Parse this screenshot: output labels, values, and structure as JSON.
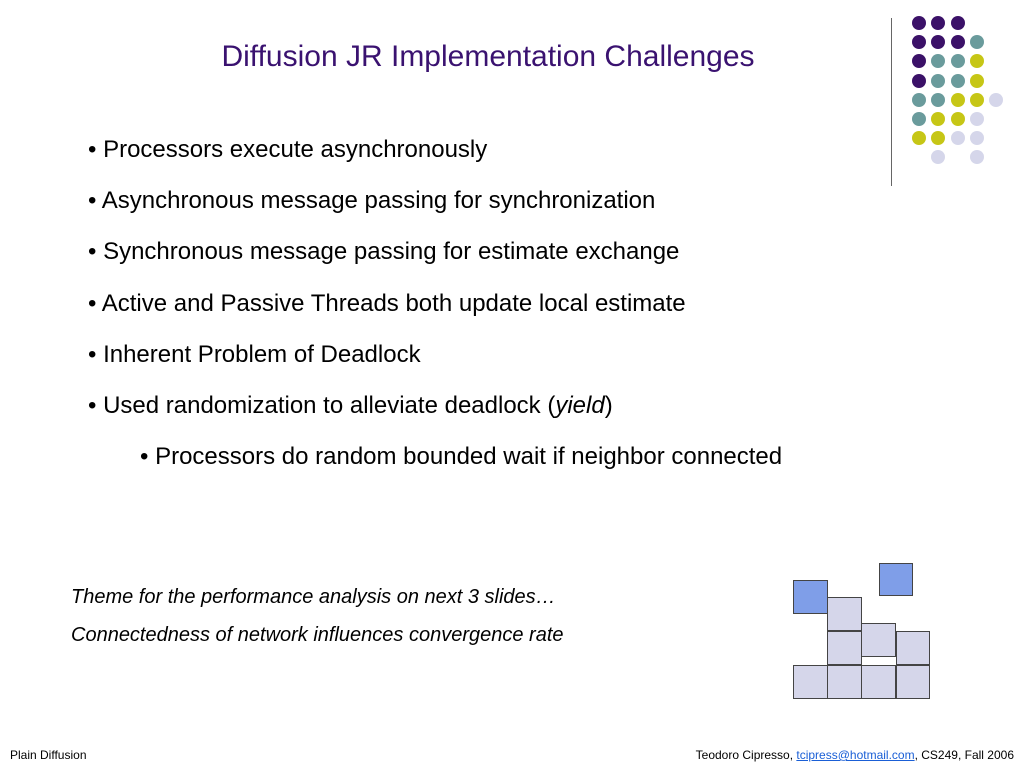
{
  "title": "Diffusion JR Implementation Challenges",
  "bullets": [
    "• Processors execute asynchronously",
    "• Asynchronous message passing for synchronization",
    "• Synchronous message passing for estimate exchange",
    "• Active and Passive Threads both update local estimate",
    "• Inherent Problem of Deadlock",
    {
      "before": "• Used randomization to alleviate deadlock (",
      "italic": "yield",
      "after": ")"
    },
    "• Processors do random bounded wait if neighbor connected"
  ],
  "notes": [
    "Theme for the performance analysis on next 3 slides…",
    "Connectedness of network influences convergence rate"
  ],
  "footer": {
    "left": "Plain Diffusion",
    "author": "Teodoro Cipresso, ",
    "email": "tcipress@hotmail.com",
    "course": ", CS249, Fall 2006"
  },
  "colors": {
    "title": "#3a1270",
    "purple": "#3b1168",
    "teal": "#6a9b9c",
    "yellow": "#c6c616",
    "lavender": "#d5d6ea",
    "blue_square": "#7f9ee8"
  },
  "dot_grid": [
    [
      "purple",
      "purple",
      "purple",
      null
    ],
    [
      "purple",
      "purple",
      "purple",
      "teal"
    ],
    [
      "purple",
      "teal",
      "teal",
      "yellow"
    ],
    [
      "purple",
      "teal",
      "teal",
      "yellow"
    ],
    [
      "teal",
      "teal",
      "yellow",
      "yellow",
      "lavender"
    ],
    [
      "teal",
      "yellow",
      "yellow",
      "lavender"
    ],
    [
      "yellow",
      "yellow",
      "lavender",
      "lavender"
    ],
    [
      null,
      "lavender",
      null,
      "lavender"
    ]
  ]
}
